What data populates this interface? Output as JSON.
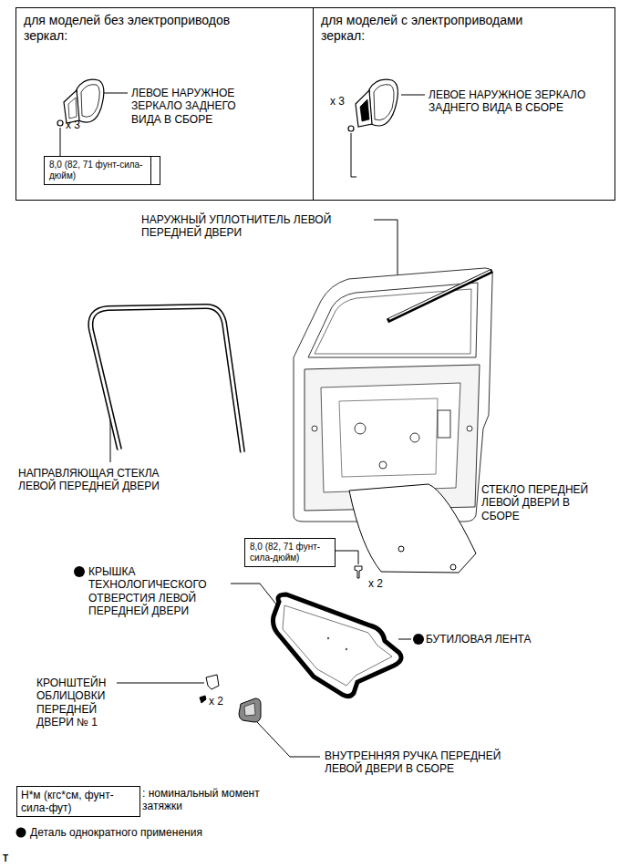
{
  "diagram": {
    "nodes": [
      {
        "text": [
          "для моделей без электроприводов зеркал:"
        ]
      },
      {
        "text": [
          "для моделей с электроприводами зеркал:"
        ]
      },
      {
        "text": [
          "8,0 (82, 71 фунт-сила-дюйм)"
        ],
        "in": 0
      },
      {
        "text": [
          "8,0 (82, 71 фунт-сила-дюйм)"
        ],
        "in": 1
      },
      {
        "text": [
          "8,0 (82, 71 фунт-сила-дюйм)"
        ]
      },
      {
        "text": [
          "Н*м (кгс*см, фунт-сила-фут)",
          ": номинальный момент затяжки"
        ]
      }
    ],
    "labels": [
      "ЛЕВОЕ НАРУЖНОЕ ЗЕРКАЛО ЗАДНЕГО ВИДА В СБОРЕ",
      "x 3",
      "ЛЕВОЕ НАРУЖНОЕ ЗЕРКАЛО ЗАДНЕГО ВИДА В СБОРЕ",
      "x 3",
      "НАРУЖНЫЙ УПЛОТНИТЕЛЬ ЛЕВОЙ ПЕРЕДНЕЙ ДВЕРИ",
      "НАПРАВЛЯЮЩАЯ СТЕКЛА ЛЕВОЙ ПЕРЕДНЕЙ ДВЕРИ",
      "СТЕКЛО ПЕРЕДНЕЙ ЛЕВОЙ ДВЕРИ В СБОРЕ",
      "x 2",
      "КРЫШКА ТЕХНОЛОГИЧЕСКОГО ОТВЕРСТИЯ ЛЕВОЙ ПЕРЕДНЕЙ ДВЕРИ",
      "БУТИЛОВАЯ ЛЕНТА",
      "КРОНШТЕЙН ОБЛИЦОВКИ ПЕРЕДНЕЙ ДВЕРИ № 1",
      "x 2",
      "ВНУТРЕННЯЯ РУЧКА ПЕРЕДНЕЙ ЛЕВОЙ ДВЕРИ В СБОРЕ",
      "T"
    ],
    "legend": [
      {
        "text": "Деталь однократного применения"
      }
    ]
  }
}
